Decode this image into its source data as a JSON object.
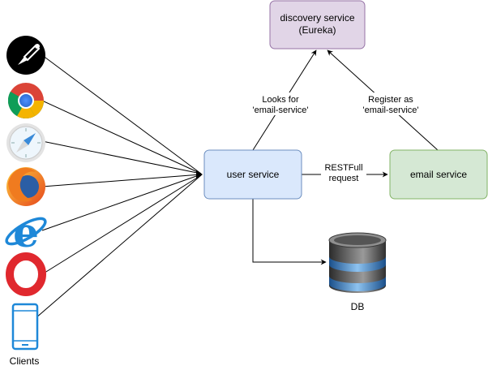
{
  "nodes": {
    "discovery": {
      "line1": "discovery service",
      "line2": "(Eureka)",
      "fill": "#e1d5e7",
      "stroke": "#9673a6"
    },
    "user": {
      "label": "user service",
      "fill": "#dae8fc",
      "stroke": "#6c8ebf"
    },
    "email": {
      "label": "email service",
      "fill": "#d5e8d4",
      "stroke": "#82b366"
    },
    "db": {
      "label": "DB"
    }
  },
  "edges": {
    "looks_for": {
      "line1": "Looks for",
      "line2": "'email-service'"
    },
    "register": {
      "line1": "Register as",
      "line2": "'email-service'"
    },
    "restfull": {
      "line1": "RESTFull",
      "line2": "request"
    }
  },
  "clients": {
    "label": "Clients",
    "icons": [
      "postman-icon",
      "chrome-icon",
      "safari-icon",
      "firefox-icon",
      "internet-explorer-icon",
      "opera-icon",
      "mobile-phone-icon"
    ]
  }
}
